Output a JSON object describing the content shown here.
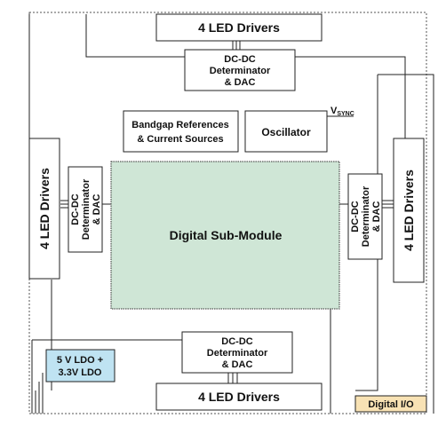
{
  "blocks": {
    "led_top": "4 LED Drivers",
    "led_bottom": "4 LED Drivers",
    "led_left": "4 LED Drivers",
    "led_right": "4 LED Drivers",
    "dac_top": [
      "DC-DC",
      "Determinator",
      "& DAC"
    ],
    "dac_bottom": [
      "DC-DC",
      "Determinator",
      "& DAC"
    ],
    "dac_left": [
      "DC-DC",
      "Determinator",
      "& DAC"
    ],
    "dac_right": [
      "DC-DC",
      "Determinator",
      "& DAC"
    ],
    "bandgap": [
      "Bandgap References",
      "& Current Sources"
    ],
    "oscillator": "Oscillator",
    "vsync": {
      "main": "V",
      "sub": "SYNC"
    },
    "digital": "Digital Sub-Module",
    "ldo": [
      "5 V LDO +",
      "3.3V LDO"
    ],
    "digital_io": "Digital I/O"
  },
  "colors": {
    "digital_fill": "#cfe6d6",
    "ldo_fill": "#bfe3f2",
    "io_fill": "#f8e2b4",
    "line": "#222222",
    "outline_dash": "#555555"
  }
}
